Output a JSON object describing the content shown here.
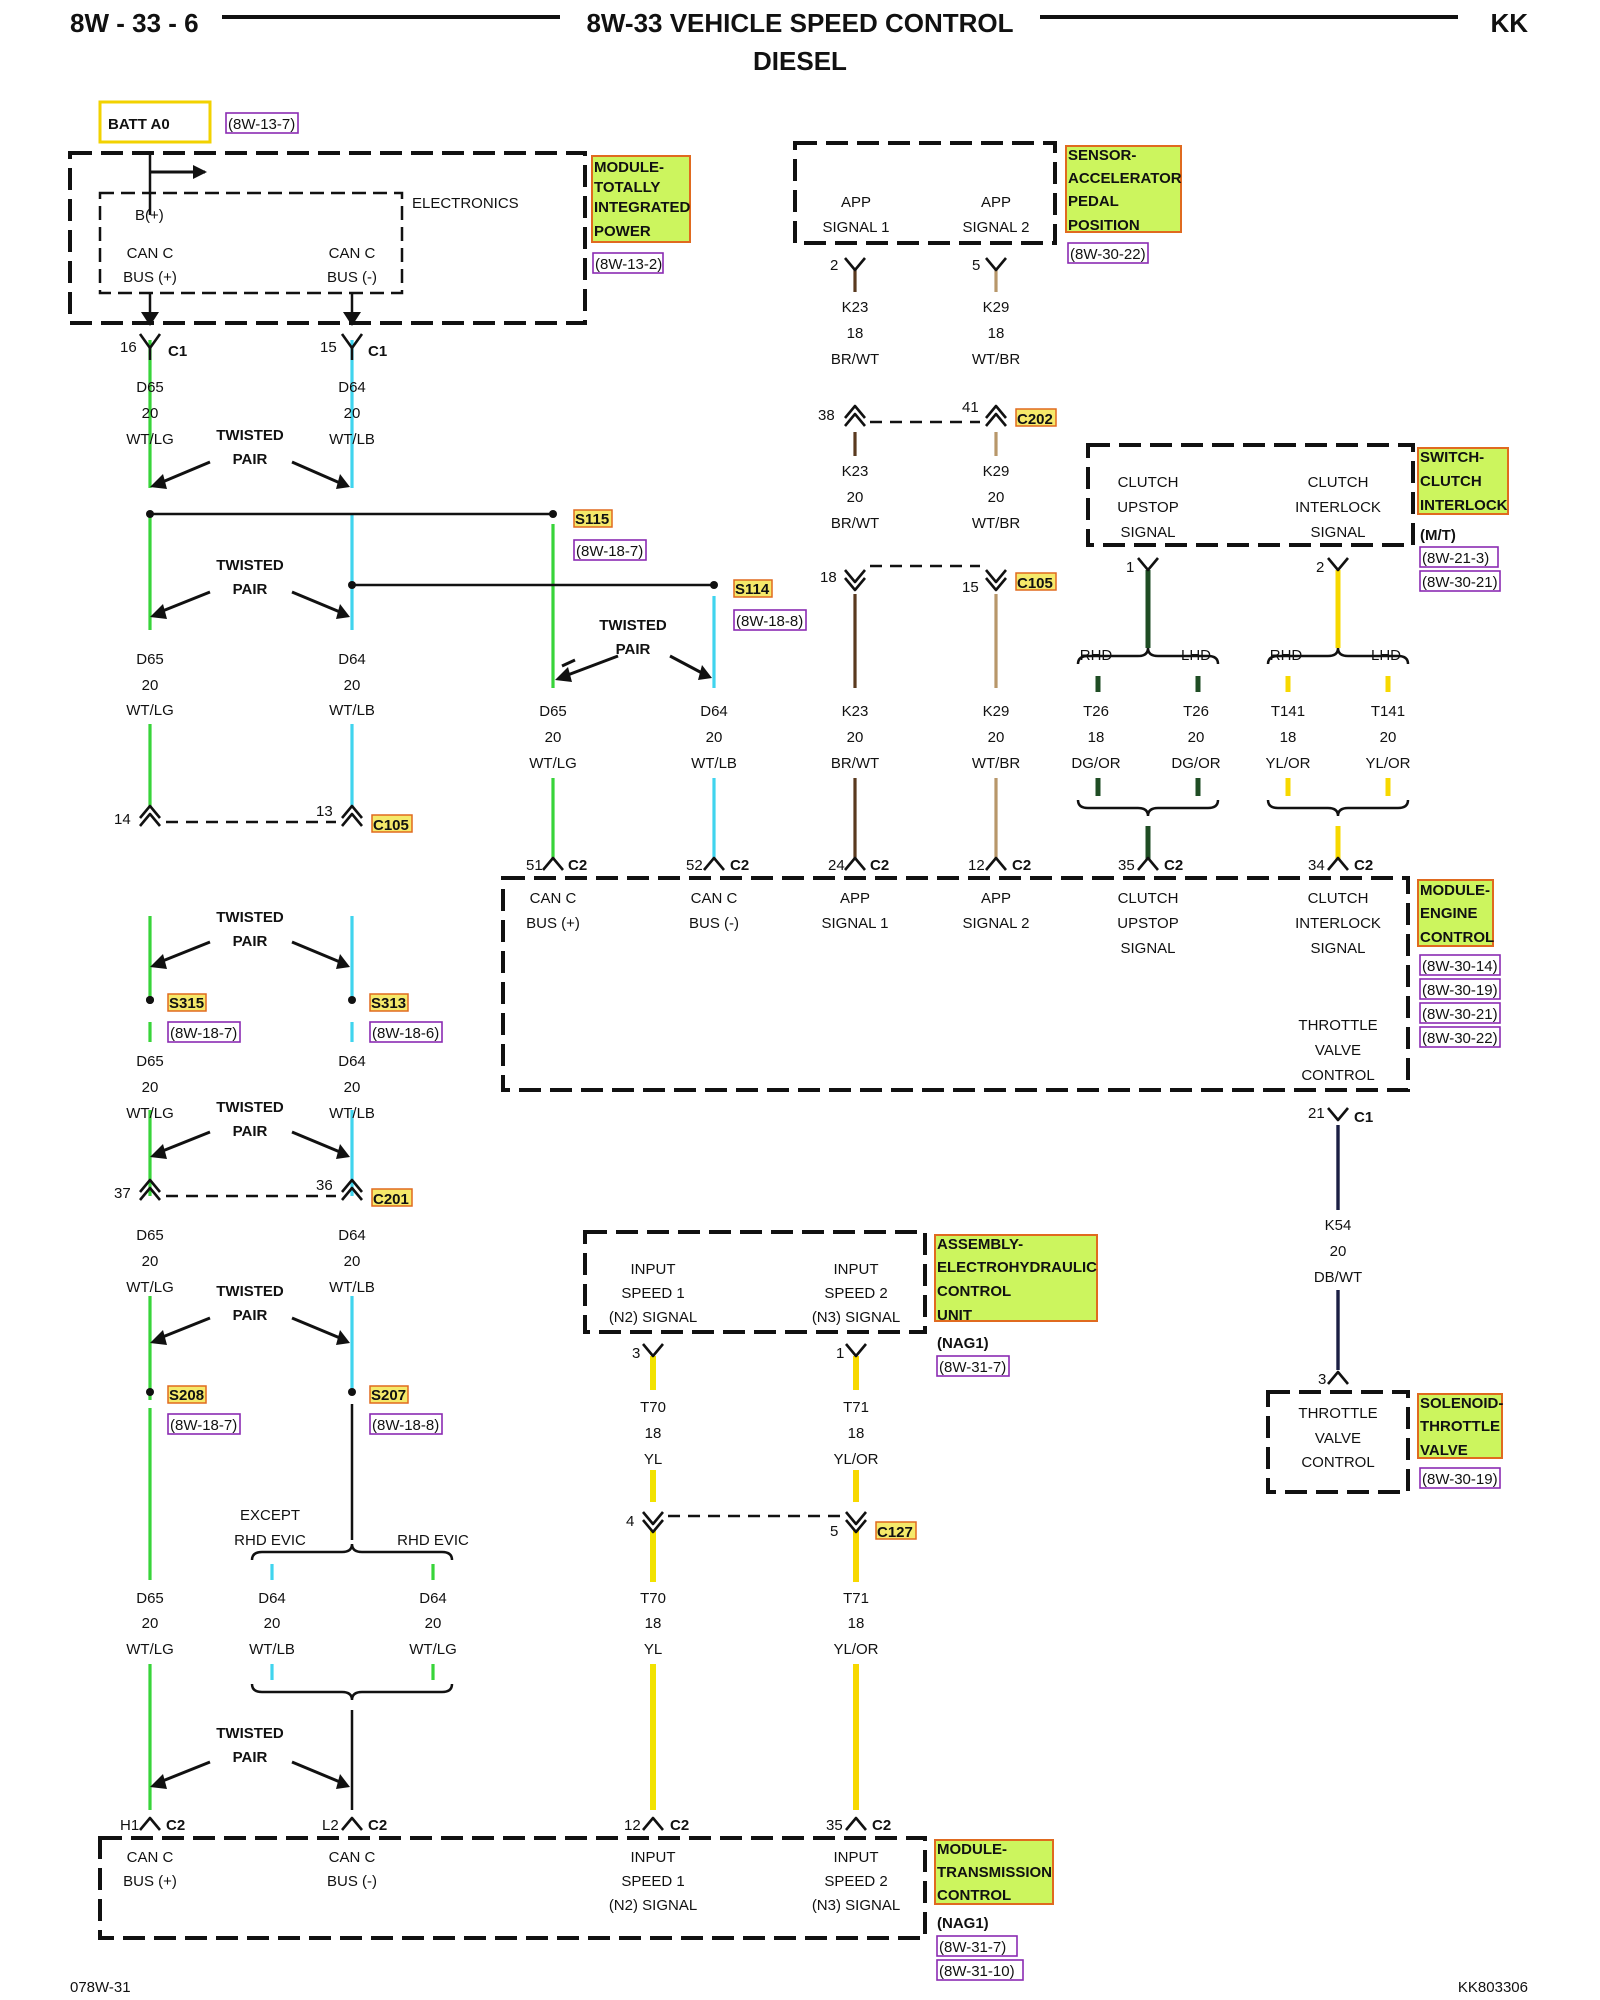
{
  "header": {
    "left": "8W - 33 - 6",
    "title": "8W-33 VEHICLE SPEED CONTROL",
    "subtitle": "DIESEL",
    "right": "KK"
  },
  "footer": {
    "left": "078W-31",
    "right": "KK803306"
  },
  "colors": {
    "WT/LG": "#38d43a",
    "WT/LB": "#40d4ee",
    "BR/WT": "#5a3a1f",
    "WT/BR": "#b8976a",
    "DG/OR": "#1f4d24",
    "YL": "#f2e200",
    "YL/OR": "#f7d800",
    "DB/WT": "#1b1f44"
  },
  "batt": {
    "label": "BATT A0",
    "ref": "(8W-13-7)"
  },
  "tipm": {
    "b_plus": "B(+)",
    "electronics": "ELECTRONICS",
    "canc1": "CAN C",
    "busp": "BUS (+)",
    "canc2": "CAN C",
    "busm": "BUS (-)",
    "name": [
      "MODULE-",
      "TOTALLY",
      "INTEGRATED",
      "POWER"
    ],
    "ref": "(8W-13-2)"
  },
  "app": {
    "app1": "APP",
    "sig1": "SIGNAL 1",
    "app2": "APP",
    "sig2": "SIGNAL 2",
    "name": [
      "SENSOR-",
      "ACCELERATOR",
      "PEDAL",
      "POSITION"
    ],
    "ref": "(8W-30-22)"
  },
  "clutchsw": {
    "l1": "CLUTCH",
    "l2": "UPSTOP",
    "l3": "SIGNAL",
    "r1": "CLUTCH",
    "r2": "INTERLOCK",
    "r3": "SIGNAL",
    "name": [
      "SWITCH-",
      "CLUTCH",
      "INTERLOCK"
    ],
    "note": "(M/T)",
    "ref1": "(8W-21-3)",
    "ref2": "(8W-30-21)"
  },
  "ecm": {
    "c1a": "CAN C",
    "c1b": "BUS (+)",
    "c2a": "CAN C",
    "c2b": "BUS (-)",
    "c3a": "APP",
    "c3b": "SIGNAL 1",
    "c4a": "APP",
    "c4b": "SIGNAL 2",
    "c5a": "CLUTCH",
    "c5b": "UPSTOP",
    "c5c": "SIGNAL",
    "c6a": "CLUTCH",
    "c6b": "INTERLOCK",
    "c6c": "SIGNAL",
    "t1": "THROTTLE",
    "t2": "VALVE",
    "t3": "CONTROL",
    "name": [
      "MODULE-",
      "ENGINE",
      "CONTROL"
    ],
    "refs": [
      "(8W-30-14)",
      "(8W-30-19)",
      "(8W-30-21)",
      "(8W-30-22)"
    ]
  },
  "ehcu": {
    "l1": "INPUT",
    "l2": "SPEED 1",
    "l3": "(N2) SIGNAL",
    "r1": "INPUT",
    "r2": "SPEED 2",
    "r3": "(N3) SIGNAL",
    "name": [
      "ASSEMBLY-",
      "ELECTROHYDRAULIC",
      "CONTROL",
      "UNIT"
    ],
    "note": "(NAG1)",
    "ref": "(8W-31-7)"
  },
  "solenoid": {
    "l1": "THROTTLE",
    "l2": "VALVE",
    "l3": "CONTROL",
    "name": [
      "SOLENOID-",
      "THROTTLE",
      "VALVE"
    ],
    "ref": "(8W-30-19)"
  },
  "tcm": {
    "c1a": "CAN C",
    "c1b": "BUS (+)",
    "c2a": "CAN C",
    "c2b": "BUS (-)",
    "c3a": "INPUT",
    "c3b": "SPEED 1",
    "c3c": "(N2) SIGNAL",
    "c4a": "INPUT",
    "c4b": "SPEED 2",
    "c4c": "(N3) SIGNAL",
    "name": [
      "MODULE-",
      "TRANSMISSION",
      "CONTROL"
    ],
    "note": "(NAG1)",
    "ref1": "(8W-31-7)",
    "ref2": "(8W-31-10)"
  },
  "labels": {
    "twisted": "TWISTED",
    "pair": "PAIR",
    "rhd": "RHD",
    "lhd": "LHD",
    "except": "EXCEPT",
    "rhd_evic": "RHD EVIC"
  },
  "wires": {
    "d65": "D65",
    "d64": "D64",
    "k23": "K23",
    "k29": "K29",
    "t26": "T26",
    "t141": "T141",
    "t70": "T70",
    "t71": "T71",
    "k54": "K54",
    "g18": "18",
    "g20": "20",
    "wtlg": "WT/LG",
    "wtlb": "WT/LB",
    "brwt": "BR/WT",
    "wtbr": "WT/BR",
    "dgor": "DG/OR",
    "ylor": "YL/OR",
    "yl": "YL",
    "dbwt": "DB/WT"
  },
  "connectors": {
    "c1": "C1",
    "c2": "C2",
    "c105": "C105",
    "c201": "C201",
    "c202": "C202",
    "c127": "C127",
    "p16": "16",
    "p15": "15",
    "p14": "14",
    "p13": "13",
    "p37": "37",
    "p36": "36",
    "p2": "2",
    "p5": "5",
    "p38": "38",
    "p41": "41",
    "p18": "18",
    "p1": "1",
    "p51": "51",
    "p52": "52",
    "p24": "24",
    "p12": "12",
    "p35": "35",
    "p34": "34",
    "p21": "21",
    "p3": "3",
    "p4": "4",
    "ph1": "H1",
    "pl2": "L2"
  },
  "splices": {
    "s115": "S115",
    "s114": "S114",
    "s315": "S315",
    "s313": "S313",
    "s208": "S208",
    "s207": "S207",
    "r187": "(8W-18-7)",
    "r188": "(8W-18-8)",
    "r186": "(8W-18-6)"
  }
}
